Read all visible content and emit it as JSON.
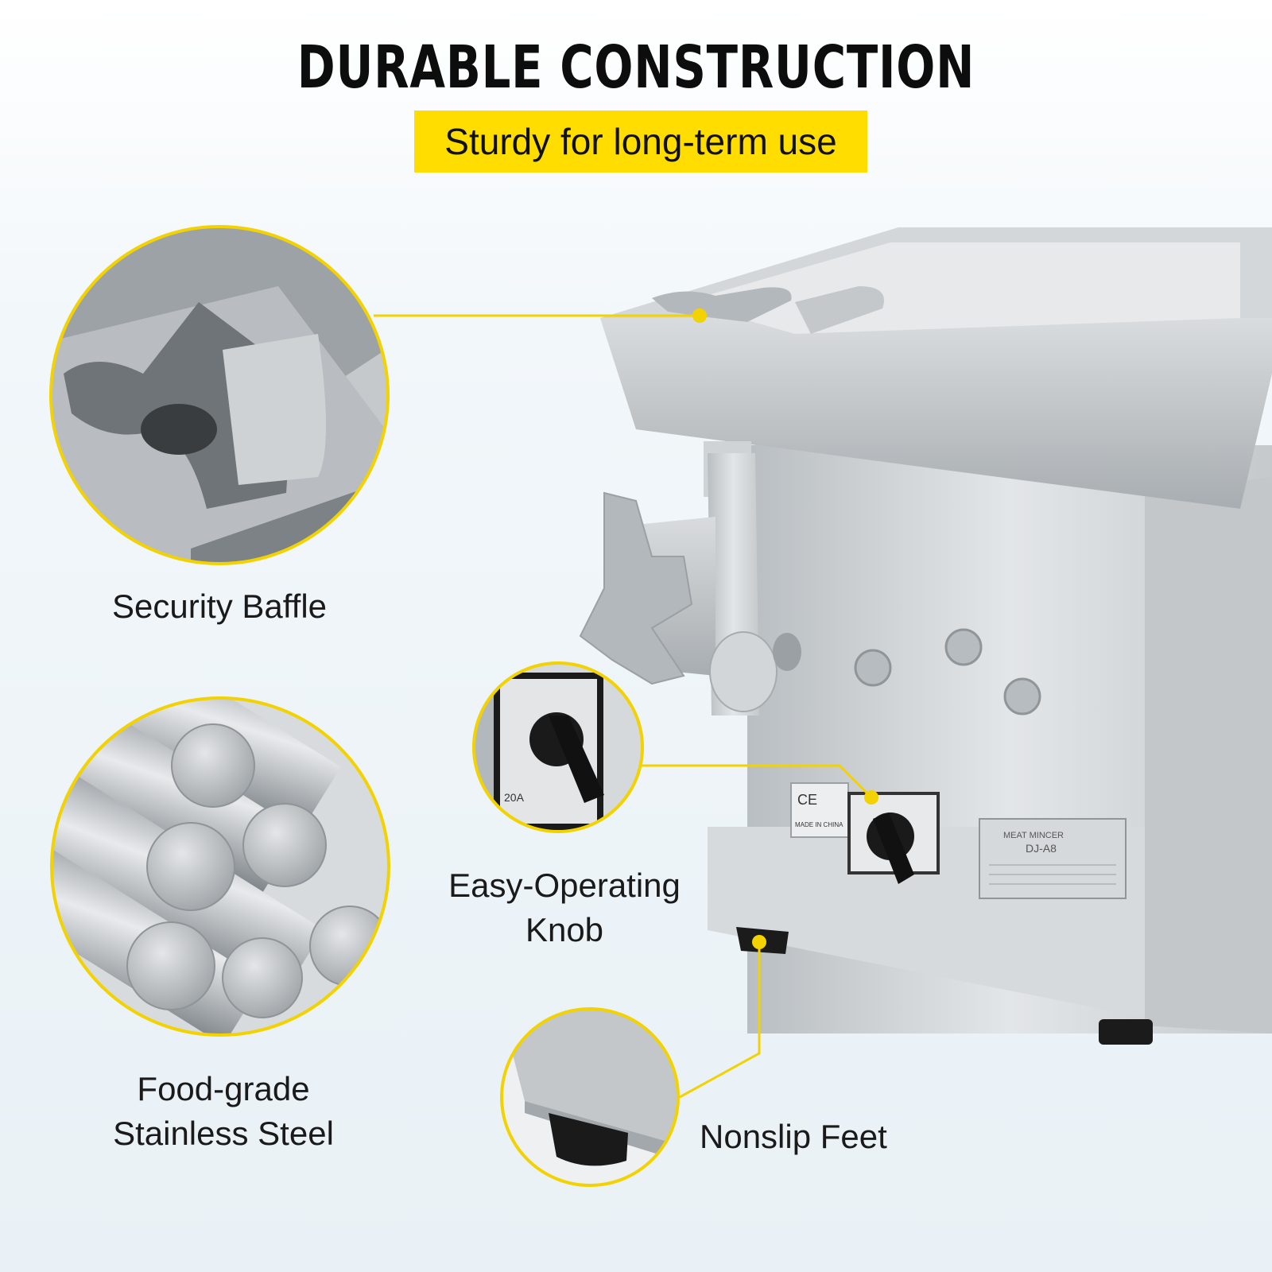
{
  "header": {
    "title": "DURABLE CONSTRUCTION",
    "subtitle": "Sturdy for long-term use"
  },
  "colors": {
    "accent": "#ffdd00",
    "callout_line": "#f2d200",
    "steel": "#c9cdd0"
  },
  "features": [
    {
      "label": "Security Baffle",
      "icon": "baffle-closeup"
    },
    {
      "label": "Food-grade Stainless Steel",
      "line1": "Food-grade",
      "line2": "Stainless Steel",
      "icon": "steel-rods-closeup"
    },
    {
      "label": "Easy-Operating Knob",
      "line1": "Easy-Operating",
      "line2": "Knob",
      "icon": "knob-closeup"
    },
    {
      "label": "Nonslip Feet",
      "icon": "foot-closeup"
    }
  ],
  "machine": {
    "plate_brand": "MEAT MINCER",
    "plate_model": "DJ-A8",
    "switch_label": "20A",
    "cert_mark": "CE",
    "origin": "MADE IN CHINA"
  }
}
